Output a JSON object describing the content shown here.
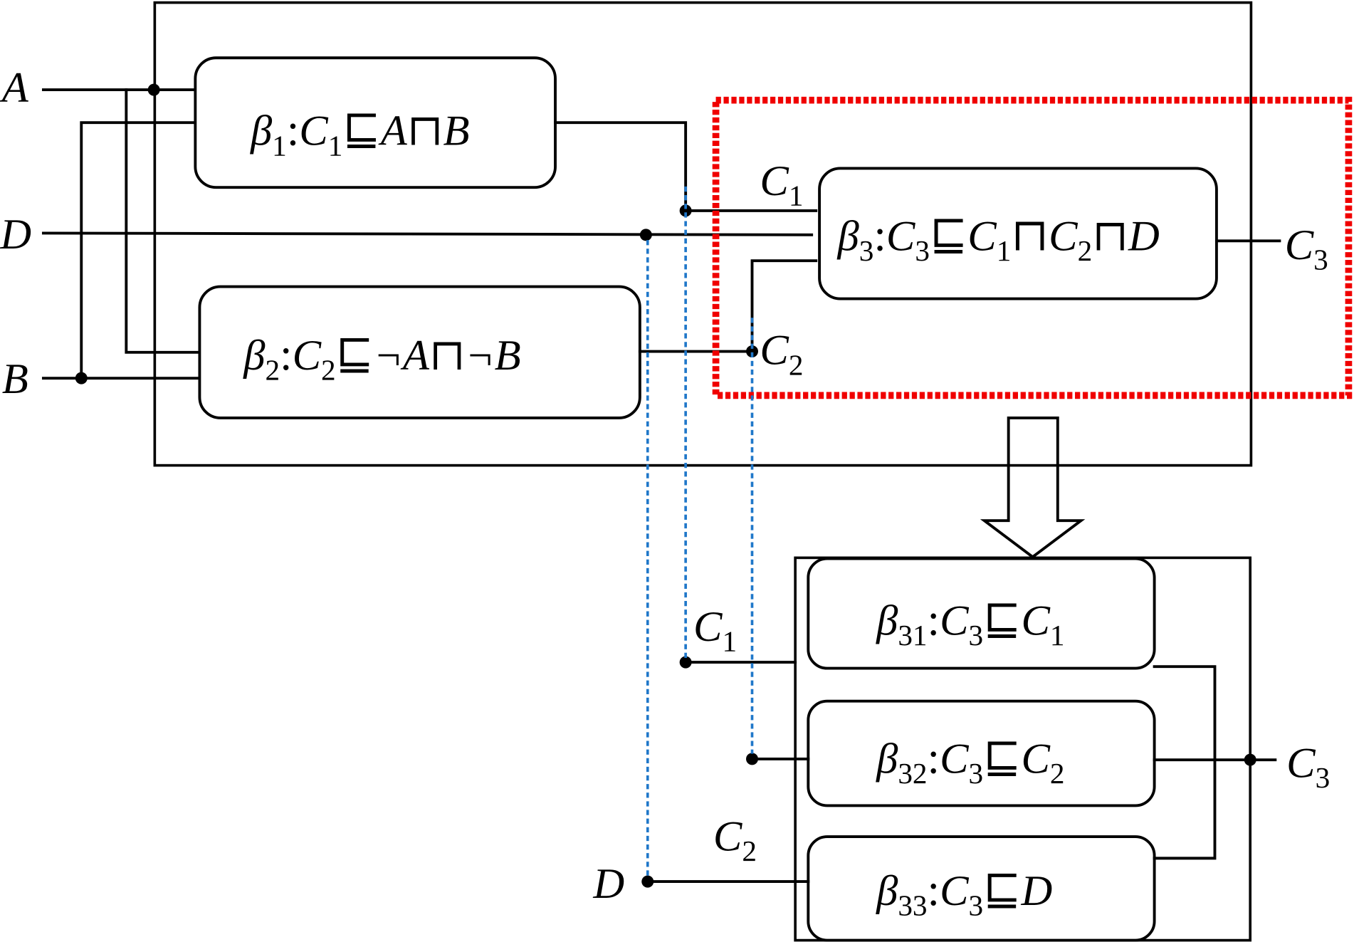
{
  "diagram": {
    "description": "Decomposition of rule beta3 into sub-rules beta31, beta32, beta33",
    "colors": {
      "wire": "#000000",
      "highlight_box": "#f00000",
      "cross_link": "#1f77c9",
      "background": "#ffffff"
    },
    "inputs": {
      "A": "A",
      "B": "B",
      "D": "D"
    },
    "rules_top": [
      {
        "id": "beta1",
        "greek": "β",
        "index": "1",
        "body_pre": ":",
        "head": "C",
        "head_sub": "1",
        "rel": "⊑",
        "expr": "A⊓B"
      },
      {
        "id": "beta2",
        "greek": "β",
        "index": "2",
        "body_pre": ":",
        "head": "C",
        "head_sub": "2",
        "rel": "⊑",
        "expr": "¬A⊓¬B"
      },
      {
        "id": "beta3",
        "greek": "β",
        "index": "3",
        "body_pre": ":",
        "head": "C",
        "head_sub": "3",
        "rel": "⊑",
        "expr_parts": [
          "C",
          "1",
          "⊓",
          "C",
          "2",
          "⊓D"
        ]
      }
    ],
    "rules_bottom": [
      {
        "id": "beta31",
        "greek": "β",
        "index": "31",
        "head": "C",
        "head_sub": "3",
        "rel": "⊑",
        "rhs": "C",
        "rhs_sub": "1"
      },
      {
        "id": "beta32",
        "greek": "β",
        "index": "32",
        "head": "C",
        "head_sub": "3",
        "rel": "⊑",
        "rhs": "C",
        "rhs_sub": "2"
      },
      {
        "id": "beta33",
        "greek": "β",
        "index": "33",
        "head": "C",
        "head_sub": "3",
        "rel": "⊑",
        "rhs": "D",
        "rhs_sub": ""
      }
    ],
    "wire_labels": {
      "top_c1": {
        "base": "C",
        "sub": "1"
      },
      "top_c2": {
        "base": "C",
        "sub": "2"
      },
      "top_c3": {
        "base": "C",
        "sub": "3"
      },
      "bottom_c1": {
        "base": "C",
        "sub": "1"
      },
      "bottom_c2": {
        "base": "C",
        "sub": "2"
      },
      "bottom_d": {
        "base": "D",
        "sub": ""
      },
      "bottom_c3": {
        "base": "C",
        "sub": "3"
      }
    },
    "arrow": {
      "meaning": "decompose",
      "icon": "down-arrow-icon"
    }
  }
}
